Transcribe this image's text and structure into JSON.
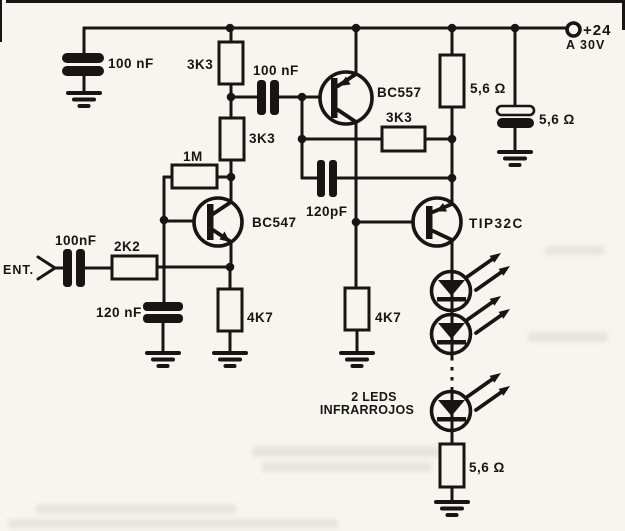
{
  "schematic": {
    "kind": "infrared-emitter-circuit-schematic",
    "power": {
      "terminal": "+24",
      "range": "A 30V"
    },
    "input": {
      "label": "ENT."
    },
    "capacitors": {
      "supply_bypass": "100 nF",
      "interstage": "100 nF",
      "input_coupling": "100nF",
      "base_bypass": "120 nF",
      "feedback": "120pF",
      "supply_electrolytic": "5,6 Ω"
    },
    "resistors": {
      "load_upper": "3K3",
      "load_lower": "3K3",
      "feedback": "1M",
      "input_series": "2K2",
      "q1_emitter": "4K7",
      "q2_bias": "3K3",
      "q2_emitter": "5,6 Ω",
      "q2_load": "4K7",
      "led_series": "5,6 Ω"
    },
    "transistors": {
      "q1": "BC547",
      "q2": "BC557",
      "q3": "TIP32C"
    },
    "leds": {
      "note_line1": "2 LEDS",
      "note_line2": "INFRARROJOS"
    },
    "colors": {
      "ink": "#181512",
      "paper": "#f7f5ef"
    }
  }
}
